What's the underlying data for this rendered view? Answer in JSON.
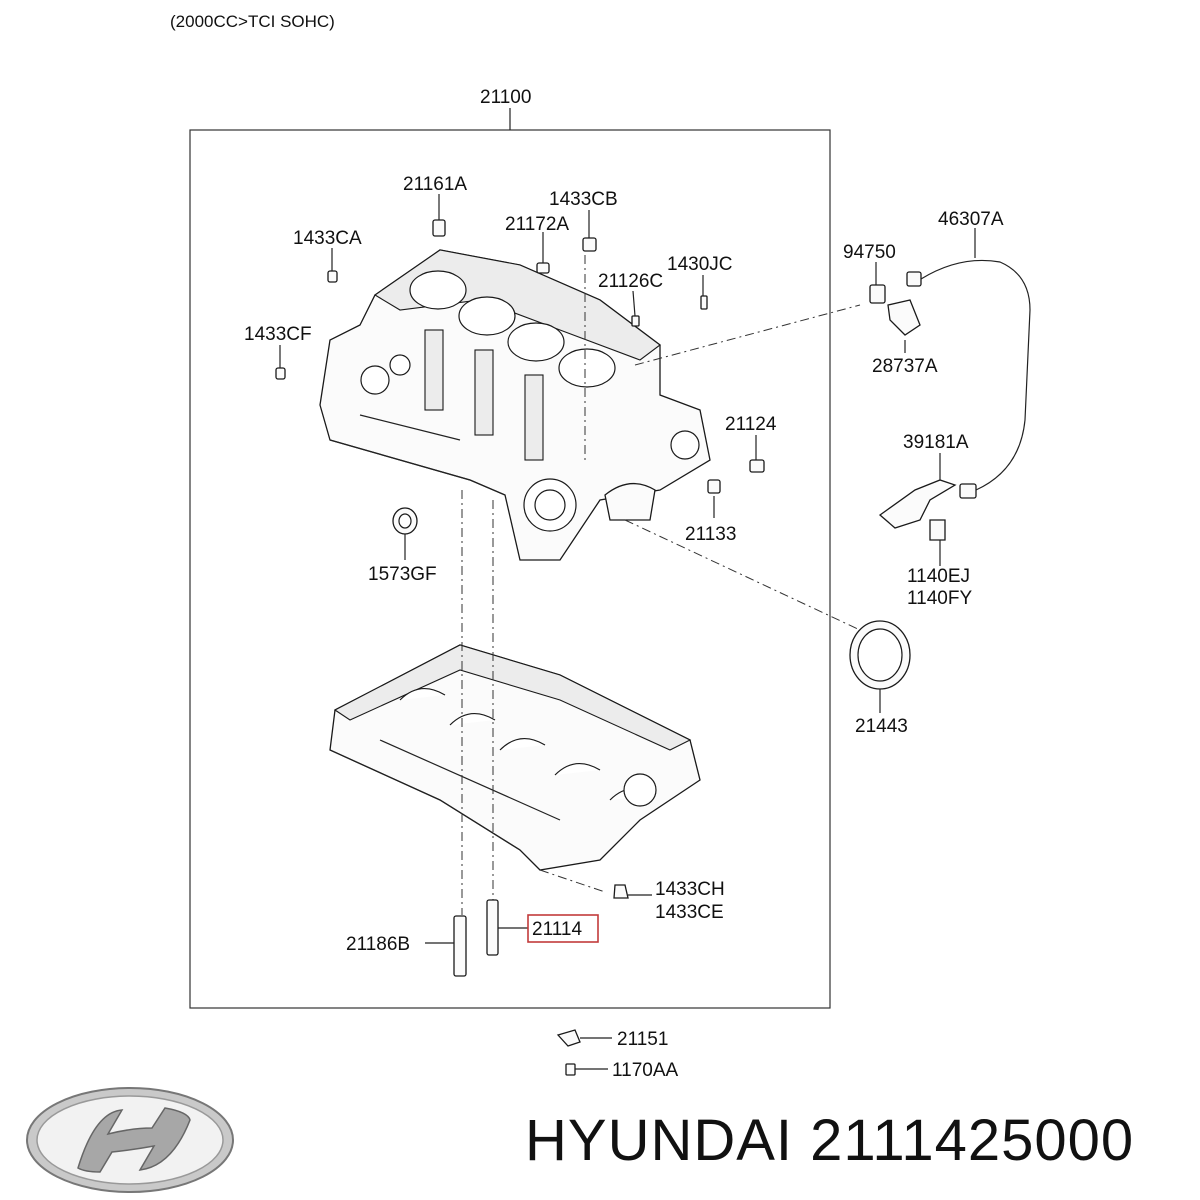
{
  "header": {
    "engine_spec": "(2000CC>TCI SOHC)"
  },
  "assembly": {
    "number": "21100"
  },
  "callouts": [
    "21161A",
    "1433CB",
    "21172A",
    "1433CA",
    "21126C",
    "1430JC",
    "1433CF",
    "94750",
    "46307A",
    "28737A",
    "21124",
    "39181A",
    "21133",
    "1573GF",
    "1140EJ",
    "1140FY",
    "21443",
    "1433CH",
    "1433CE",
    "21114",
    "21186B",
    "21151",
    "1170AA"
  ],
  "highlighted_part": "21114",
  "footer": {
    "brand": "HYUNDAI",
    "part_number": "2111425000"
  },
  "colors": {
    "highlight": "#c23b3b",
    "ink": "#111111"
  },
  "icons": {
    "logo": "hyundai-logo-icon"
  }
}
